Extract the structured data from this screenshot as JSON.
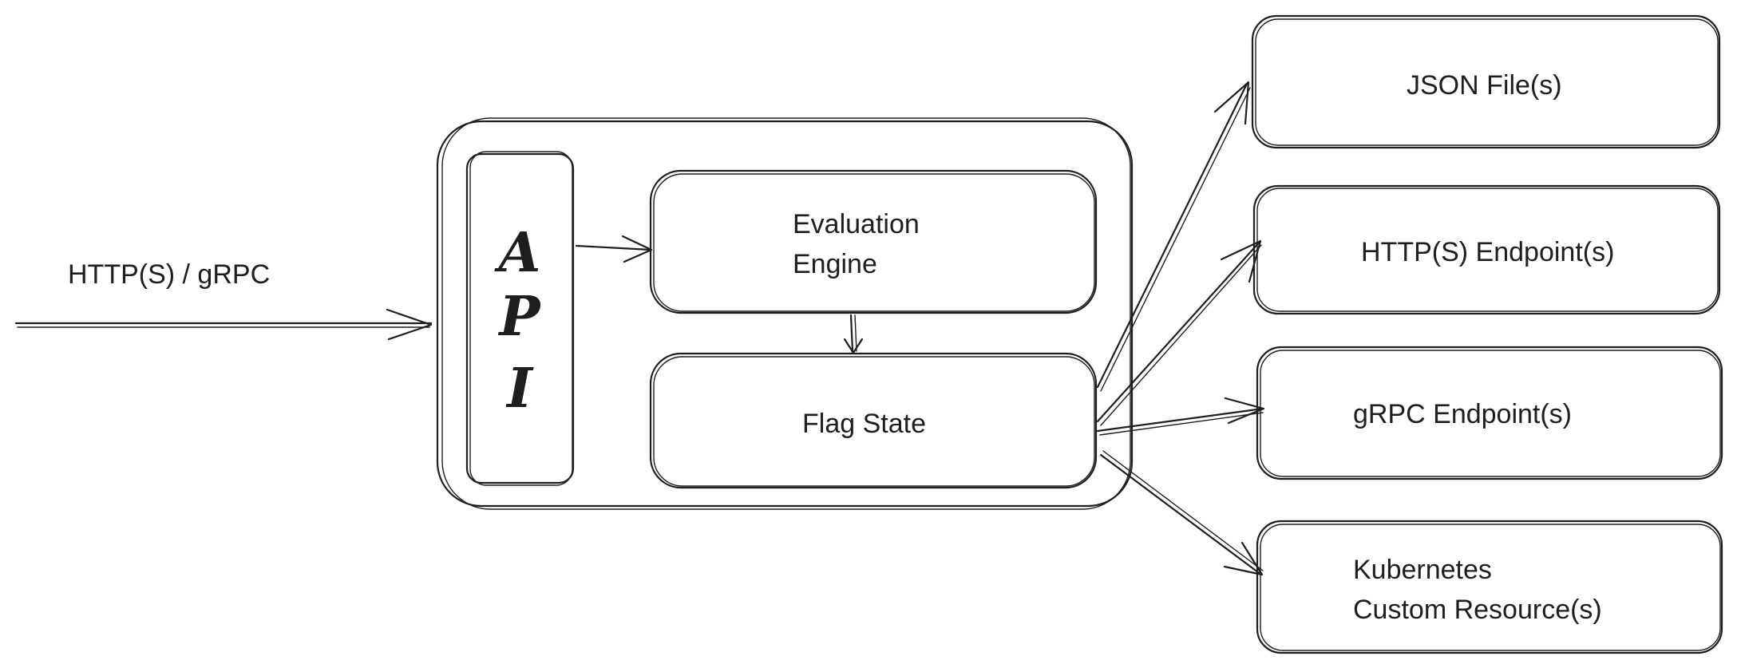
{
  "labels": {
    "input_protocol": "HTTP(S) / gRPC",
    "api_letters": [
      "A",
      "P",
      "I"
    ],
    "evaluation_engine": [
      "Evaluation",
      "Engine"
    ],
    "flag_state": "Flag State",
    "sources": {
      "json_files": [
        "JSON File(s)"
      ],
      "http_endpoints": [
        "HTTP(S) Endpoint(s)"
      ],
      "grpc_endpoints": [
        "gRPC Endpoint(s)"
      ],
      "kubernetes": [
        "Kubernetes",
        "Custom Resource(s)"
      ]
    }
  },
  "colors": {
    "stroke": "#1e1e1e",
    "background": "#ffffff"
  }
}
